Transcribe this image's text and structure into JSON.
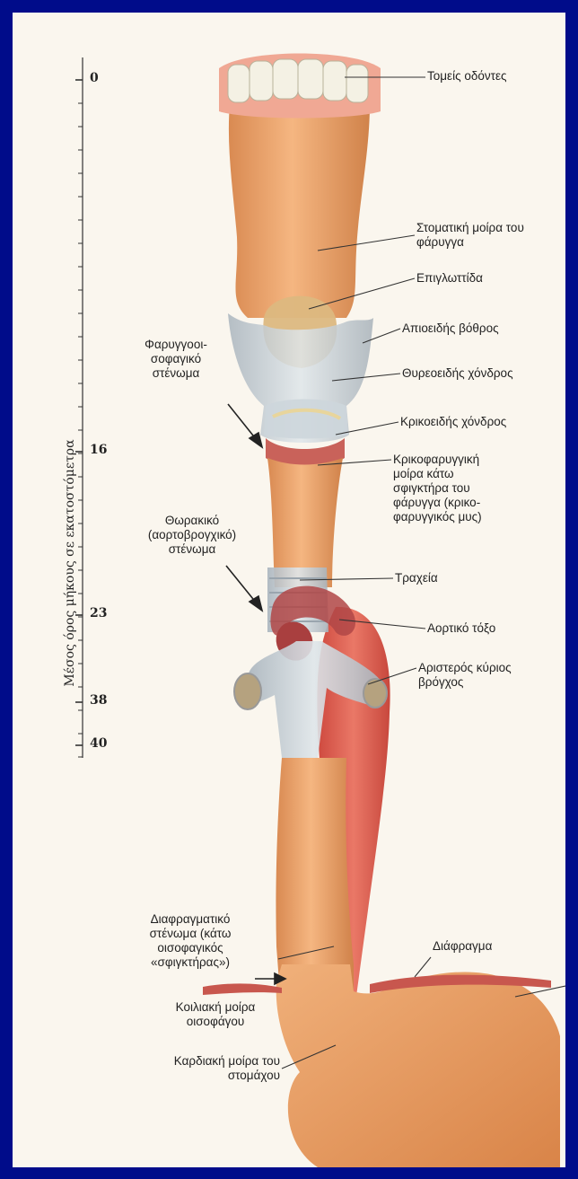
{
  "axis": {
    "title": "Μέσος όρος μήκους σε εκατοστόμετρα",
    "ticks": [
      "0",
      "16",
      "23",
      "38",
      "40"
    ]
  },
  "labels": {
    "incisors": "Τομείς οδόντες",
    "oral_pharynx": "Στοματική μοίρα του\nφάρυγγα",
    "epiglottis": "Επιγλωττίδα",
    "piriform": "Απιοειδής βόθρος",
    "thyroid": "Θυρεοειδής χόνδρος",
    "cricoid": "Κρικοειδής χόνδρος",
    "cricopharyngeal": "Κρικοφαρυγγική\nμοίρα κάτω\nσφιγκτήρα του\nφάρυγγα (κρικο-\nφαρυγγικός μυς)",
    "pharyngo_constriction": "Φαρυγγοοι-\nσοφαγικό\nστένωμα",
    "thoracic_constriction": "Θωρακικό\n(αορτοβρογχικό)\nστένωμα",
    "trachea": "Τραχεία",
    "aortic_arch": "Αορτικό τόξο",
    "left_bronchus": "Αριστερός κύριος\nβρόγχος",
    "diaphragmatic_constriction": "Διαφραγματικό\nστένωμα (κάτω\nοισοφαγικός\n«σφιγκτήρας»)",
    "diaphragm": "Διάφραγμα",
    "abdominal_part": "Κοιλιακή μοίρα\nοισοφάγου",
    "cardiac_part": "Καρδιακή μοίρα του\nστομάχου"
  }
}
